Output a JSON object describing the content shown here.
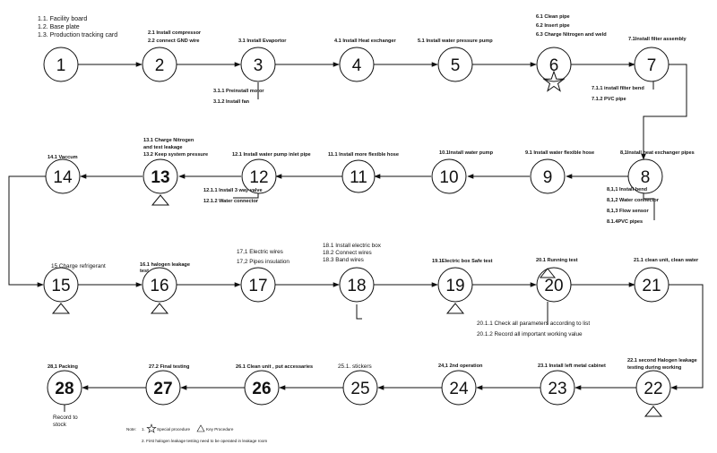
{
  "top_notes": [
    "1.1. Facility board",
    "1.2. Base plate",
    "1.3. Production tracking card"
  ],
  "steps": [
    {
      "id": "1",
      "label": ""
    },
    {
      "id": "2",
      "label": "2.1 Install compressor|2.2 connect GND wire"
    },
    {
      "id": "3",
      "label": "3.1 Install Evaportor"
    },
    {
      "id": "4",
      "label": "4.1 Install Heat exchanger"
    },
    {
      "id": "5",
      "label": "5.1 Install water pressure pump"
    },
    {
      "id": "6",
      "label": "6.1 Clean pipe|6.2 Insert pipe|6.3 Charge Nitrogen and weld"
    },
    {
      "id": "7",
      "label": "7.1Install filter assembly"
    },
    {
      "id": "8",
      "label": "8,1Install heat exchanger pipes"
    },
    {
      "id": "9",
      "label": "9.1 Install water flexible hose"
    },
    {
      "id": "10",
      "label": "10.1Install water pump"
    },
    {
      "id": "11",
      "label": "11.1 Install more flexible hose"
    },
    {
      "id": "12",
      "label": "12.1 Install water pump inlet pipe"
    },
    {
      "id": "13",
      "label": "13.1 Charge Nitrogen|and test leakage|13.2 Keep system pressure"
    },
    {
      "id": "14",
      "label": "14.1 Vaccum"
    },
    {
      "id": "15",
      "label": "15 Charge refrigerant"
    },
    {
      "id": "16",
      "label": "16.1 halogen leakage|test"
    },
    {
      "id": "17",
      "label": "17,1 Electric wires|17,2 Pipes insulation"
    },
    {
      "id": "18",
      "label": "18.1 Install electric box|18.2 Connect wires|18.3 Band wires"
    },
    {
      "id": "19",
      "label": "19.1Electric box Safe test"
    },
    {
      "id": "20",
      "label": "20.1 Running test"
    },
    {
      "id": "21",
      "label": "21.1 clean unit, clean water"
    },
    {
      "id": "22",
      "label": "22.1 second Halogen leakage|testing during working"
    },
    {
      "id": "23",
      "label": "23.1 Install left metal cabinet"
    },
    {
      "id": "24",
      "label": "24,1  2nd  operation"
    },
    {
      "id": "25",
      "label": "25.1. stickers"
    },
    {
      "id": "26",
      "label": "26.1 Clean unit , put accessaries"
    },
    {
      "id": "27",
      "label": "27.2 Final testing"
    },
    {
      "id": "28",
      "label": "28,1 Packing"
    }
  ],
  "sub_notes": {
    "s3": "3.1.1 Preinstall motor|3.1.2 Install fan",
    "s7": "7.1.1 install filter bend|7.1.2 PVC pipe",
    "s8": "8,1,1 Install bend|8,1,2 Water connector|8,1,3 Flow sensor|8.1.4PVC pipes",
    "s12": "12.1.1 Install 3 way valve|12.1.2 Water connector",
    "s20": "20.1.1 Check all parameters according to list|20.1.2 Record all important working value",
    "s28": "Record to|stock"
  },
  "notes": {
    "prefix": "Note:",
    "n1_num": "1.",
    "n1_text": "Special procedure",
    "n1_key": "Key Procedure",
    "n2": "2.   First halogen leakage testing need to be operated in leakage room"
  }
}
